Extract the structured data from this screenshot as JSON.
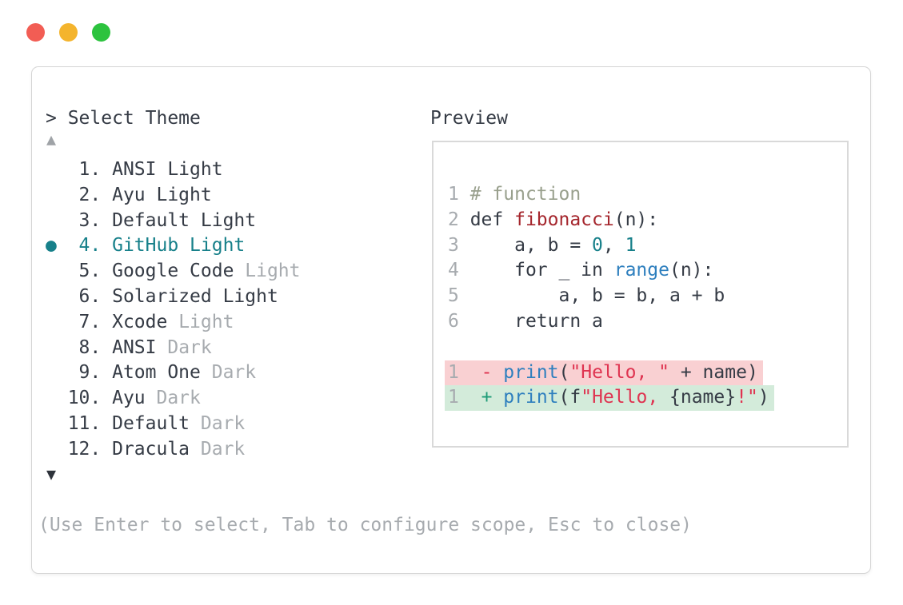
{
  "window": {
    "traffic_lights": [
      "close",
      "minimize",
      "maximize"
    ]
  },
  "selector": {
    "title": "> Select Theme",
    "scroll_up_icon": "▲",
    "scroll_down_icon": "▼",
    "help_text": "(Use Enter to select, Tab to configure scope, Esc to close)",
    "selected_bullet_icon": "●",
    "themes": [
      {
        "number": "1",
        "name": "ANSI Light",
        "muted_suffix": "",
        "selected": false
      },
      {
        "number": "2",
        "name": "Ayu Light",
        "muted_suffix": "",
        "selected": false
      },
      {
        "number": "3",
        "name": "Default Light",
        "muted_suffix": "",
        "selected": false
      },
      {
        "number": "4",
        "name": "GitHub Light",
        "muted_suffix": "",
        "selected": true
      },
      {
        "number": "5",
        "name": "Google Code",
        "muted_suffix": "Light",
        "selected": false
      },
      {
        "number": "6",
        "name": "Solarized Light",
        "muted_suffix": "",
        "selected": false
      },
      {
        "number": "7",
        "name": "Xcode",
        "muted_suffix": "Light",
        "selected": false
      },
      {
        "number": "8",
        "name": "ANSI",
        "muted_suffix": "Dark",
        "selected": false
      },
      {
        "number": "9",
        "name": "Atom One",
        "muted_suffix": "Dark",
        "selected": false
      },
      {
        "number": "10",
        "name": "Ayu",
        "muted_suffix": "Dark",
        "selected": false
      },
      {
        "number": "11",
        "name": "Default",
        "muted_suffix": "Dark",
        "selected": false
      },
      {
        "number": "12",
        "name": "Dracula",
        "muted_suffix": "Dark",
        "selected": false
      }
    ]
  },
  "preview": {
    "label": "Preview",
    "code_lines": [
      {
        "num": "1",
        "diff": null,
        "tokens": [
          [
            "# function",
            "comment"
          ]
        ]
      },
      {
        "num": "2",
        "diff": null,
        "tokens": [
          [
            "def ",
            "plain"
          ],
          [
            "fibonacci",
            "fname"
          ],
          [
            "(n):",
            "plain"
          ]
        ]
      },
      {
        "num": "3",
        "diff": null,
        "tokens": [
          [
            "    a, b = ",
            "plain"
          ],
          [
            "0",
            "lit"
          ],
          [
            ", ",
            "plain"
          ],
          [
            "1",
            "lit"
          ]
        ]
      },
      {
        "num": "4",
        "diff": null,
        "tokens": [
          [
            "    for _ in ",
            "plain"
          ],
          [
            "range",
            "fn"
          ],
          [
            "(n):",
            "plain"
          ]
        ]
      },
      {
        "num": "5",
        "diff": null,
        "tokens": [
          [
            "        a, b = b, a + b",
            "plain"
          ]
        ]
      },
      {
        "num": "6",
        "diff": null,
        "tokens": [
          [
            "    return a",
            "plain"
          ]
        ]
      },
      {
        "num": "",
        "diff": null,
        "tokens": []
      },
      {
        "num": "1",
        "diff": "removed",
        "tokens": [
          [
            " ",
            "plain"
          ],
          [
            "-",
            "minus"
          ],
          [
            " ",
            "plain"
          ],
          [
            "print",
            "fn"
          ],
          [
            "(",
            "plain"
          ],
          [
            "\"Hello, \"",
            "str"
          ],
          [
            " + name)",
            "plain"
          ]
        ]
      },
      {
        "num": "1",
        "diff": "added",
        "tokens": [
          [
            " ",
            "plain"
          ],
          [
            "+",
            "plus"
          ],
          [
            " ",
            "plain"
          ],
          [
            "print",
            "fn"
          ],
          [
            "(f",
            "plain"
          ],
          [
            "\"Hello, ",
            "str"
          ],
          [
            "{name}",
            "plain"
          ],
          [
            "!\"",
            "str"
          ],
          [
            ")",
            "plain"
          ]
        ]
      }
    ]
  },
  "colors": {
    "accent_teal": "#17808a",
    "keyword_blue": "#2e7fbe",
    "string_crimson": "#df3350",
    "function_red": "#a5262d",
    "comment_green_gray": "#99a08d",
    "diff_removed_bg": "#f9d0d2",
    "diff_added_bg": "#d3ebda",
    "traffic_red": "#f25d54",
    "traffic_yellow": "#f4b42d",
    "traffic_green": "#2cc33e"
  }
}
